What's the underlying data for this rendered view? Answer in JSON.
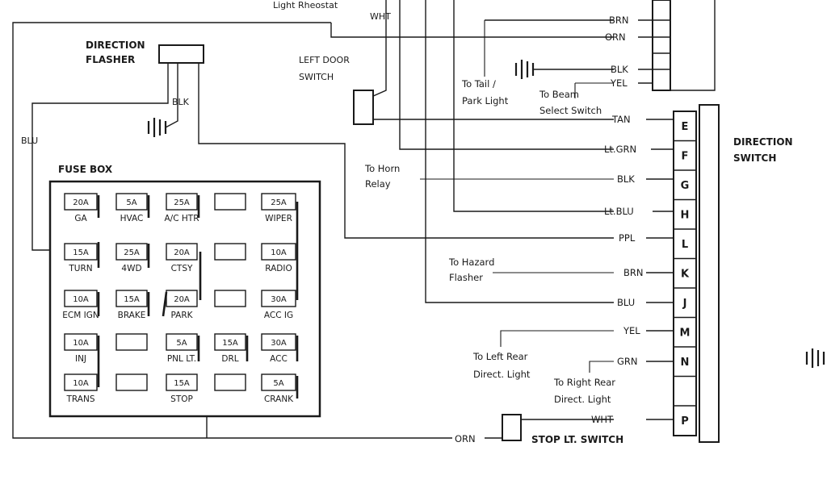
{
  "labels": {
    "light_rheostat": "Light Rheostat",
    "wht_top": "WHT",
    "direction_flasher_1": "DIRECTION",
    "direction_flasher_2": "FLASHER",
    "blk_flasher": "BLK",
    "blu_left": "BLU",
    "left_door_1": "LEFT DOOR",
    "left_door_2": "SWITCH",
    "fuse_box": "FUSE BOX",
    "to_horn_1": "To Horn",
    "to_horn_2": "Relay",
    "to_hazard_1": "To Hazard",
    "to_hazard_2": "Flasher",
    "to_tail_1": "To Tail /",
    "to_tail_2": "Park Light",
    "to_beam_1": "To Beam",
    "to_beam_2": "Select Switch",
    "to_left_rear_1": "To Left Rear",
    "to_left_rear_2": "Direct. Light",
    "to_right_rear_1": "To Right Rear",
    "to_right_rear_2": "Direct. Light",
    "direction_switch_1": "DIRECTION",
    "direction_switch_2": "SWITCH",
    "stop_lt_switch": "STOP LT. SWITCH",
    "orn_bottom": "ORN"
  },
  "top_wires": [
    "BRN",
    "ORN",
    "BLK",
    "YEL"
  ],
  "switch_wires": [
    "TAN",
    "Lt.GRN",
    "BLK",
    "Lt.BLU",
    "PPL",
    "BRN",
    "BLU",
    "YEL",
    "GRN",
    "WHT"
  ],
  "pins": [
    "E",
    "F",
    "G",
    "H",
    "L",
    "K",
    "J",
    "M",
    "N",
    "",
    "P"
  ],
  "fuses": [
    {
      "amp": "20A",
      "name": "GA"
    },
    {
      "amp": "5A",
      "name": "HVAC"
    },
    {
      "amp": "25A",
      "name": "A/C HTR"
    },
    {
      "amp": "",
      "name": ""
    },
    {
      "amp": "25A",
      "name": "WIPER"
    },
    {
      "amp": "15A",
      "name": "TURN"
    },
    {
      "amp": "25A",
      "name": "4WD"
    },
    {
      "amp": "20A",
      "name": "CTSY"
    },
    {
      "amp": "",
      "name": ""
    },
    {
      "amp": "10A",
      "name": "RADIO"
    },
    {
      "amp": "10A",
      "name": "ECM IGN"
    },
    {
      "amp": "15A",
      "name": "BRAKE"
    },
    {
      "amp": "20A",
      "name": "PARK"
    },
    {
      "amp": "",
      "name": ""
    },
    {
      "amp": "30A",
      "name": "ACC IG"
    },
    {
      "amp": "10A",
      "name": "INJ"
    },
    {
      "amp": "",
      "name": ""
    },
    {
      "amp": "5A",
      "name": "PNL LT."
    },
    {
      "amp": "15A",
      "name": "DRL"
    },
    {
      "amp": "30A",
      "name": "ACC"
    },
    {
      "amp": "10A",
      "name": "TRANS"
    },
    {
      "amp": "",
      "name": ""
    },
    {
      "amp": "15A",
      "name": "STOP"
    },
    {
      "amp": "",
      "name": ""
    },
    {
      "amp": "5A",
      "name": "CRANK"
    }
  ]
}
